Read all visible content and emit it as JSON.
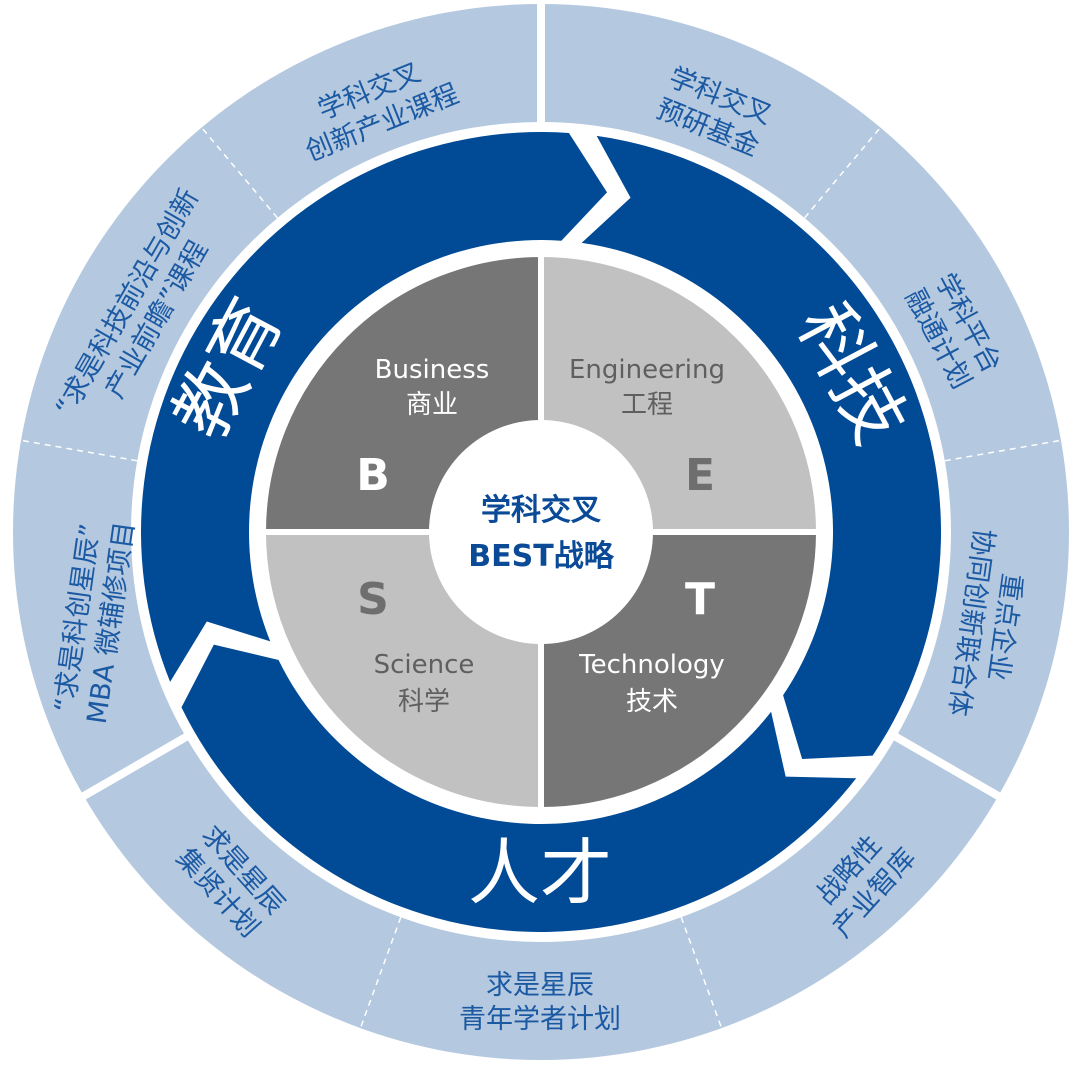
{
  "colors": {
    "outer_ring": "#b4c8df",
    "ring_dark": "#004a96",
    "quad_dark": "#767676",
    "quad_light": "#c1c1c1",
    "text_blue": "#1b5aa3"
  },
  "center": {
    "line1": "学科交叉",
    "line2": "BEST战略"
  },
  "quadrants": {
    "business": {
      "letter": "B",
      "en": "Business",
      "zh": "商业"
    },
    "engineering": {
      "letter": "E",
      "en": "Engineering",
      "zh": "工程"
    },
    "science": {
      "letter": "S",
      "en": "Science",
      "zh": "科学"
    },
    "technology": {
      "letter": "T",
      "en": "Technology",
      "zh": "技术"
    }
  },
  "pillars": {
    "education": "教育",
    "science_tech": "科技",
    "talent": "人才"
  },
  "programs": {
    "p1": [
      "学科交叉",
      "创新产业课程"
    ],
    "p2": [
      "学科交叉",
      "预研基金"
    ],
    "p3": [
      "学科平台",
      "融通计划"
    ],
    "p4": [
      "重点企业",
      "协同创新联合体"
    ],
    "p5": [
      "战略性",
      "产业智库"
    ],
    "p6": [
      "求是星辰",
      "青年学者计划"
    ],
    "p7": [
      "求是星辰",
      "集贤计划"
    ],
    "p8": [
      "“求是科创星辰”",
      "MBA 微辅修项目"
    ],
    "p9": [
      "“求是科技前沿与创新",
      "产业前瞻”课程"
    ]
  }
}
